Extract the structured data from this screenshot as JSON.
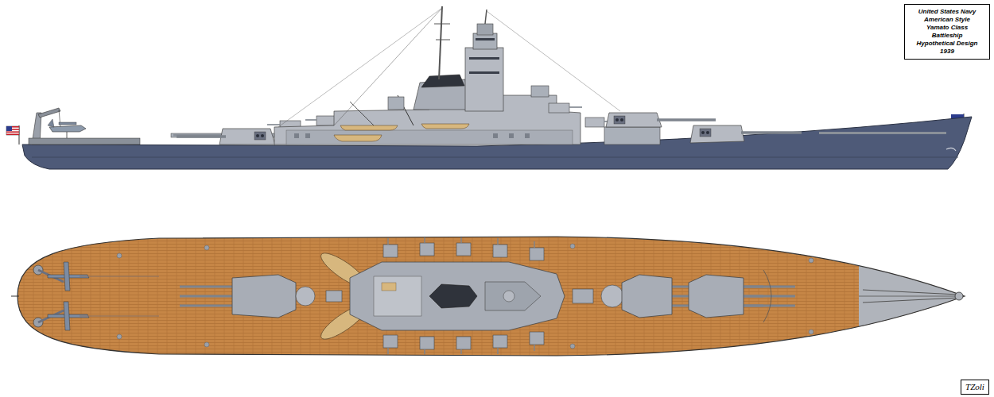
{
  "diagram": {
    "nodes": [
      {
        "text": [
          "United States Navy",
          "American Style",
          "Yamato Class",
          "Battleship",
          "Hypothetical Design",
          "1939"
        ]
      },
      {
        "text": [
          "TZoli"
        ]
      }
    ]
  }
}
